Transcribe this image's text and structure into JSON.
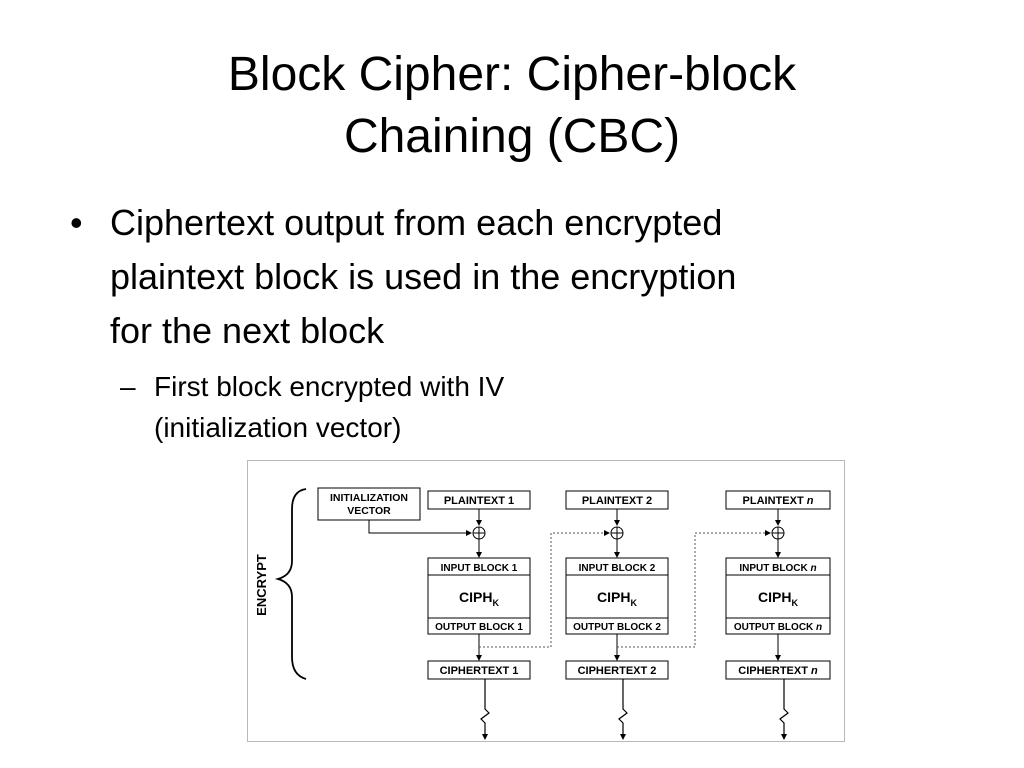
{
  "slide": {
    "title_line1": "Block Cipher: Cipher-block",
    "title_line2": "Chaining (CBC)",
    "bullet": {
      "marker": "•",
      "line1": "Ciphertext output from each encrypted",
      "line2": "plaintext block is used in the encryption",
      "line3": "for the next block"
    },
    "subbullet": {
      "marker": "–",
      "line1": "First block encrypted with IV",
      "line2": "(initialization vector)"
    }
  },
  "diagram": {
    "side_label": "ENCRYPT",
    "iv_line1": "INITIALIZATION",
    "iv_line2": "VECTOR",
    "xor_symbol": "⊕",
    "columns": [
      {
        "plaintext": "PLAINTEXT 1",
        "input_block": "INPUT BLOCK 1",
        "ciph": "CIPH",
        "ciph_sub": "K",
        "output_block": "OUTPUT BLOCK 1",
        "ciphertext": "CIPHERTEXT 1"
      },
      {
        "plaintext": "PLAINTEXT 2",
        "input_block": "INPUT BLOCK 2",
        "ciph": "CIPH",
        "ciph_sub": "K",
        "output_block": "OUTPUT BLOCK 2",
        "ciphertext": "CIPHERTEXT 2"
      },
      {
        "plaintext_prefix": "PLAINTEXT ",
        "input_block_prefix": "INPUT BLOCK ",
        "output_block_prefix": "OUTPUT BLOCK ",
        "ciphertext_prefix": "CIPHERTEXT ",
        "index": "n",
        "ciph": "CIPH",
        "ciph_sub": "K"
      }
    ]
  }
}
